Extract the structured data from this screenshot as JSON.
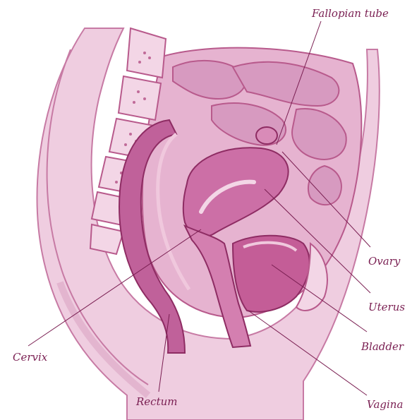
{
  "labels": {
    "fallopian_tube": "Fallopian tube",
    "ovary": "Ovary",
    "uterus": "Uterus",
    "bladder": "Bladder",
    "vagina": "Vagina",
    "cervix": "Cervix",
    "rectum": "Rectum"
  },
  "colors": {
    "background": "#ffffff",
    "skin": "#e9bfd6",
    "tissue_light": "#f1d2e3",
    "tissue_mid": "#d58fb6",
    "tissue_dark": "#b5477f",
    "outline": "#a23a73",
    "label_text": "#7a1f52"
  }
}
